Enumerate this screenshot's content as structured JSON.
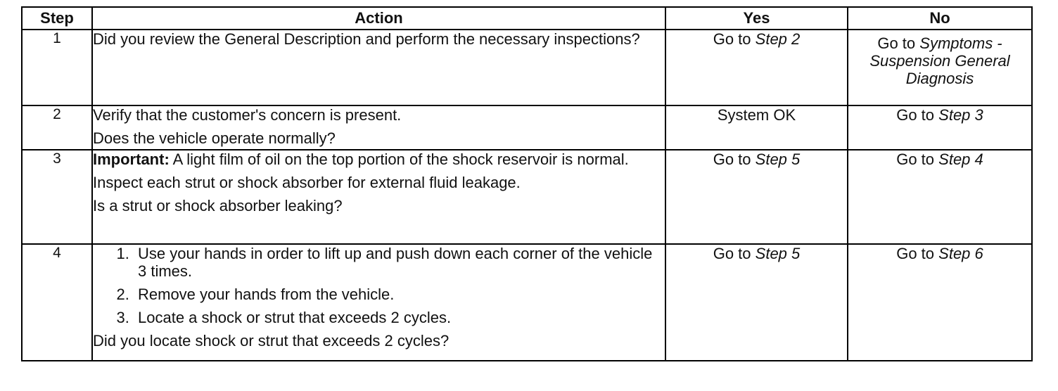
{
  "table": {
    "headers": {
      "step": "Step",
      "action": "Action",
      "yes": "Yes",
      "no": "No"
    },
    "rows": [
      {
        "step": "1",
        "action_lines": [
          "Did you review the General Description and perform the necessary inspections?"
        ],
        "yes_prefix": "Go to",
        "yes_ref": "Step 2",
        "no_prefix": "Go to",
        "no_ref": "Symptoms - Suspension General Diagnosis"
      },
      {
        "step": "2",
        "action_lines": [
          "Verify that the customer's concern is present.",
          "Does the vehicle operate normally?"
        ],
        "yes_text": "System OK",
        "no_prefix": "Go to",
        "no_ref": "Step 3"
      },
      {
        "step": "3",
        "important_label": "Important:",
        "important_text": "A light film of oil on the top portion of the shock reservoir is normal.",
        "action_lines": [
          "Inspect each strut or shock absorber for external fluid leakage.",
          "Is a strut or shock absorber leaking?"
        ],
        "yes_prefix": "Go to",
        "yes_ref": "Step 5",
        "no_prefix": "Go to",
        "no_ref": "Step 4"
      },
      {
        "step": "4",
        "list_items": [
          "Use your hands in order to lift up and push down each corner of the vehicle 3 times.",
          "Remove your hands from the vehicle.",
          "Locate a shock or strut that exceeds 2 cycles."
        ],
        "question": "Did you locate shock or strut that exceeds 2 cycles?",
        "yes_prefix": "Go to",
        "yes_ref": "Step 5",
        "no_prefix": "Go to",
        "no_ref": "Step 6"
      }
    ]
  }
}
